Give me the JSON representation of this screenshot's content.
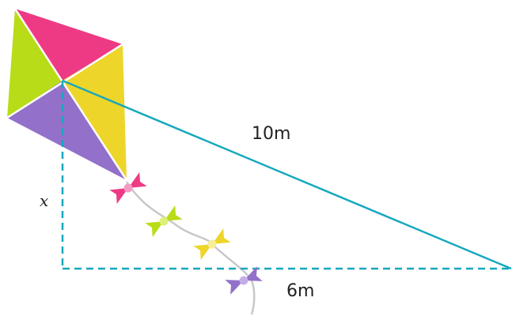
{
  "labels": {
    "hypotenuse": "10m",
    "base": "6m",
    "height": "x"
  },
  "colors": {
    "kite_top": "#EE3A85",
    "kite_left": "#B8DC17",
    "kite_right": "#EED52A",
    "kite_bottom": "#9370CA",
    "line": "#16A8BE",
    "tail": "#C8C8CC",
    "bow_pink": "#EE3A85",
    "bow_green": "#B8DC17",
    "bow_yellow": "#EED52A",
    "bow_purple": "#9370CA"
  }
}
